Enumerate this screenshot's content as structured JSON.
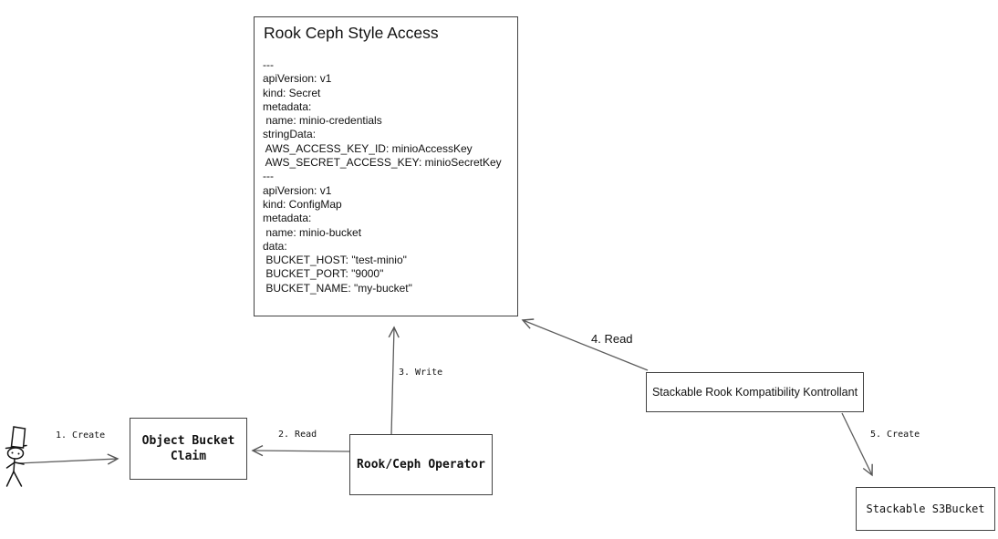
{
  "diagram": {
    "background": "#ffffff",
    "stroke_color": "#4a4a4a",
    "text_color": "#111111",
    "rook_box": {
      "title": "Rook Ceph Style Access",
      "yaml": "---\napiVersion: v1\nkind: Secret\nmetadata:\n name: minio-credentials\nstringData:\n AWS_ACCESS_KEY_ID: minioAccessKey\n AWS_SECRET_ACCESS_KEY: minioSecretKey\n---\napiVersion: v1\nkind: ConfigMap\nmetadata:\n name: minio-bucket\ndata:\n BUCKET_HOST: \"test-minio\"\n BUCKET_PORT: \"9000\"\n BUCKET_NAME: \"my-bucket\""
    },
    "nodes": {
      "object_bucket_claim": "Object Bucket\nClaim",
      "rook_ceph_operator": "Rook/Ceph Operator",
      "stackable_kontrollant": "Stackable Rook Kompatibility Kontrollant",
      "stackable_s3bucket": "Stackable S3Bucket"
    },
    "edges": {
      "e1": "1. Create",
      "e2": "2. Read",
      "e3": "3. Write",
      "e4": "4. Read",
      "e5": "5. Create"
    },
    "actor": {
      "icon": "stick-figure-person-with-top-hat"
    }
  }
}
